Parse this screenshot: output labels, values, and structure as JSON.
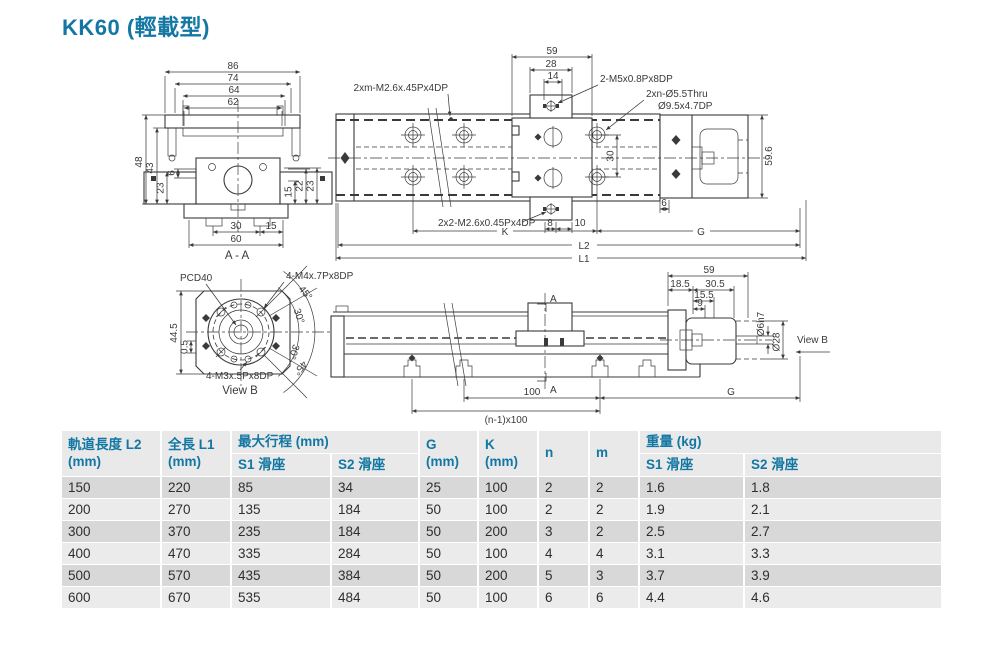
{
  "page": {
    "title": "KK60 (輕載型)"
  },
  "accent_color": "#1377a3",
  "drawing": {
    "section_aa": {
      "caption": "A - A",
      "d86": "86",
      "d74": "74",
      "d64": "64",
      "d62": "62",
      "d48": "48",
      "d43": "43",
      "d23_left": "23",
      "d6": "6",
      "d15_right": "15",
      "d22": "22",
      "d23_right": "23",
      "d30": "30",
      "d15_bottom": "15",
      "d60": "60"
    },
    "plan": {
      "ann_sensor": "2xm-M2.6x.45Px4DP",
      "ann_m5": "2-M5x0.8Px8DP",
      "ann_thru1": "2xn-Ø5.5Thru",
      "ann_thru2": "Ø9.5x4.7DP",
      "ann_m26": "2x2-M2.6x0.45Px4DP",
      "d59": "59",
      "d28": "28",
      "d14": "14",
      "d30": "30",
      "d59_6": "59.6",
      "d8": "8",
      "d10": "10",
      "d6": "6",
      "k": "K",
      "g": "G",
      "l2": "L2",
      "l1": "L1"
    },
    "view_b": {
      "caption": "View B",
      "pcd": "PCD40",
      "m4": "4-M4x.7Px8DP",
      "m3": "4-M3x.5Px8DP",
      "d44_5": "44.5",
      "d0_5": "0.5",
      "a45_top": "45°",
      "a30_top": "30°",
      "a30_bottom": "30°",
      "a45_bottom": "45°"
    },
    "side": {
      "d59": "59",
      "d18_5": "18.5",
      "d30_5": "30.5",
      "d15_5": "15.5",
      "d9": "9",
      "shaft": "Ø6h7",
      "pilot": "Ø28",
      "view_ref": "View B",
      "d100": "100",
      "pitch": "(n-1)x100",
      "g": "G",
      "a_top": "A",
      "a_bottom": "A"
    }
  },
  "table": {
    "headers": {
      "l2_line1": "軌道長度 L2",
      "l2_line2": "(mm)",
      "l1_line1": "全長 L1",
      "l1_line2": "(mm)",
      "stroke_group": "最大行程 (mm)",
      "stroke_s1": "S1 滑座",
      "stroke_s2": "S2 滑座",
      "g": "G (mm)",
      "k": "K (mm)",
      "n": "n",
      "m": "m",
      "weight_group": "重量 (kg)",
      "weight_s1": "S1 滑座",
      "weight_s2": "S2 滑座"
    },
    "rows": [
      [
        "150",
        "220",
        "85",
        "34",
        "25",
        "100",
        "2",
        "2",
        "1.6",
        "1.8"
      ],
      [
        "200",
        "270",
        "135",
        "184",
        "50",
        "100",
        "2",
        "2",
        "1.9",
        "2.1"
      ],
      [
        "300",
        "370",
        "235",
        "184",
        "50",
        "200",
        "3",
        "2",
        "2.5",
        "2.7"
      ],
      [
        "400",
        "470",
        "335",
        "284",
        "50",
        "100",
        "4",
        "4",
        "3.1",
        "3.3"
      ],
      [
        "500",
        "570",
        "435",
        "384",
        "50",
        "200",
        "5",
        "3",
        "3.7",
        "3.9"
      ],
      [
        "600",
        "670",
        "535",
        "484",
        "50",
        "100",
        "6",
        "6",
        "4.4",
        "4.6"
      ]
    ]
  }
}
